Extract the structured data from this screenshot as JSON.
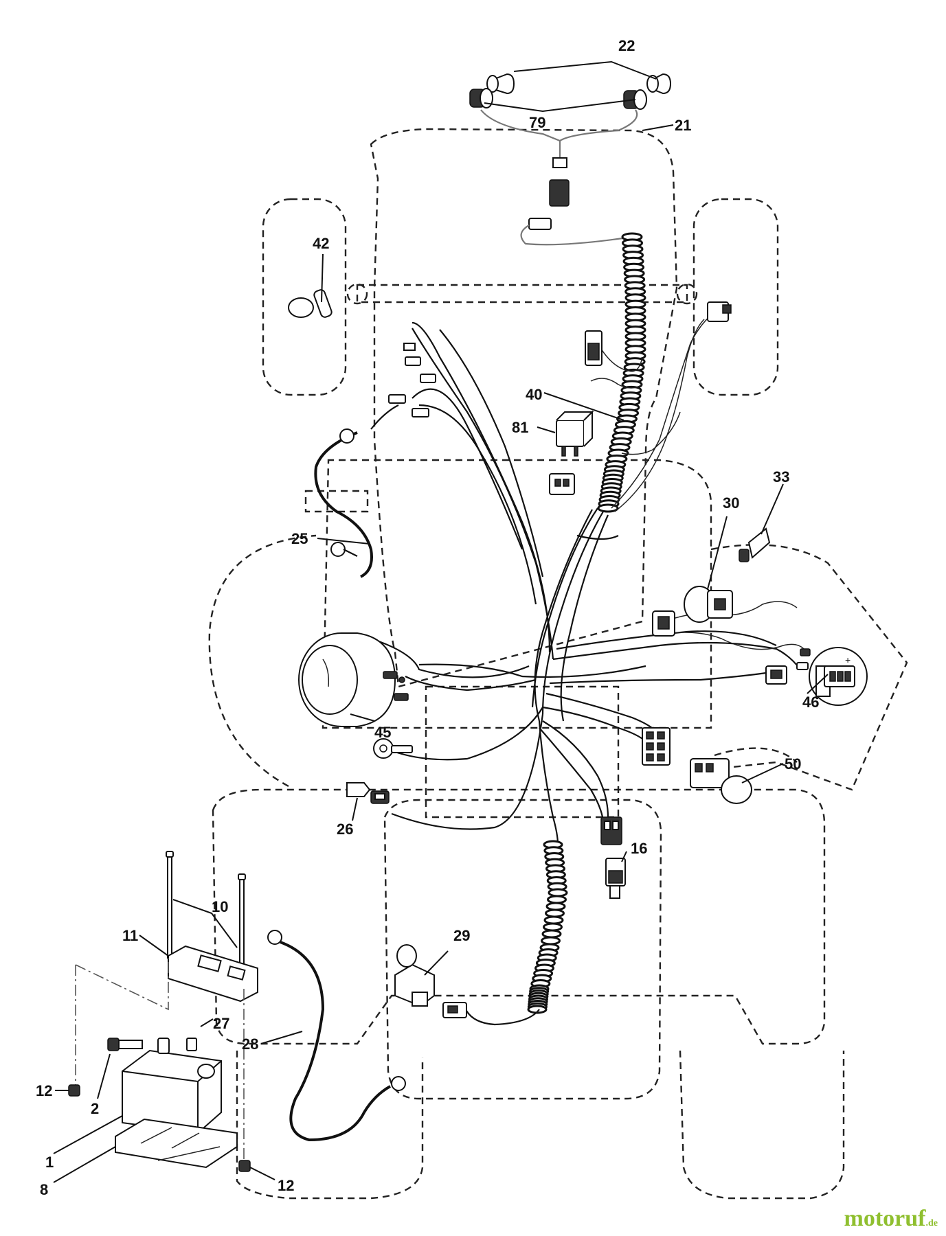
{
  "callouts": {
    "c22": "22",
    "c79": "79",
    "c21": "21",
    "c42": "42",
    "c40": "40",
    "c81": "81",
    "c33": "33",
    "c30": "30",
    "c25": "25",
    "c46": "46",
    "c45": "45",
    "c50": "50",
    "c26": "26",
    "c16": "16",
    "c10": "10",
    "c11": "11",
    "c29": "29",
    "c27": "27",
    "c28": "28",
    "c12a": "12",
    "c2": "2",
    "c1": "1",
    "c8": "8",
    "c12b": "12"
  },
  "watermark": {
    "brand": "motoruf",
    "tld": ".de"
  },
  "palette": {
    "line": "#111111",
    "watermark": "#8fbf2f",
    "background": "#ffffff"
  },
  "icons": [
    "headlight-bulb",
    "headlight-socket",
    "wire-harness",
    "relay",
    "switch",
    "ammeter-gauge",
    "hour-meter",
    "ignition-switch",
    "battery",
    "battery-tray",
    "battery-strap",
    "battery-cable",
    "bolt",
    "nut",
    "solenoid",
    "connector",
    "coil-loom"
  ]
}
